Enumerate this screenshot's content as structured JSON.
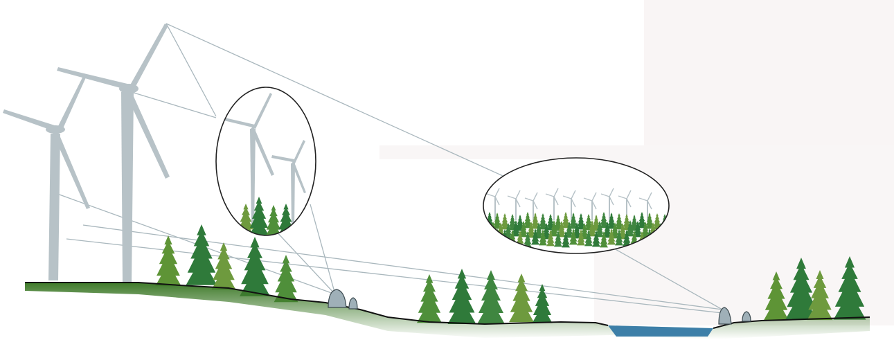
{
  "diagram": {
    "subject": "wind-turbine-visibility-across-landscape",
    "colors": {
      "background": "#ffffff",
      "background_panel": "#f8f4f4",
      "turbine": "#b7c2c7",
      "sight_line": "#a8b6bc",
      "tree_dark": "#2e7d3a",
      "tree_mid": "#4f8f3a",
      "tree_light": "#6e9a3e",
      "ground": "#3f7a2a",
      "ground_line": "#111111",
      "lake": "#3d7fa8",
      "observer": "#9fb0b8",
      "lens_outline": "#222222"
    },
    "elements": {
      "near_turbines": 2,
      "observers": 2,
      "magnified_views": 2,
      "lake": 1
    }
  }
}
